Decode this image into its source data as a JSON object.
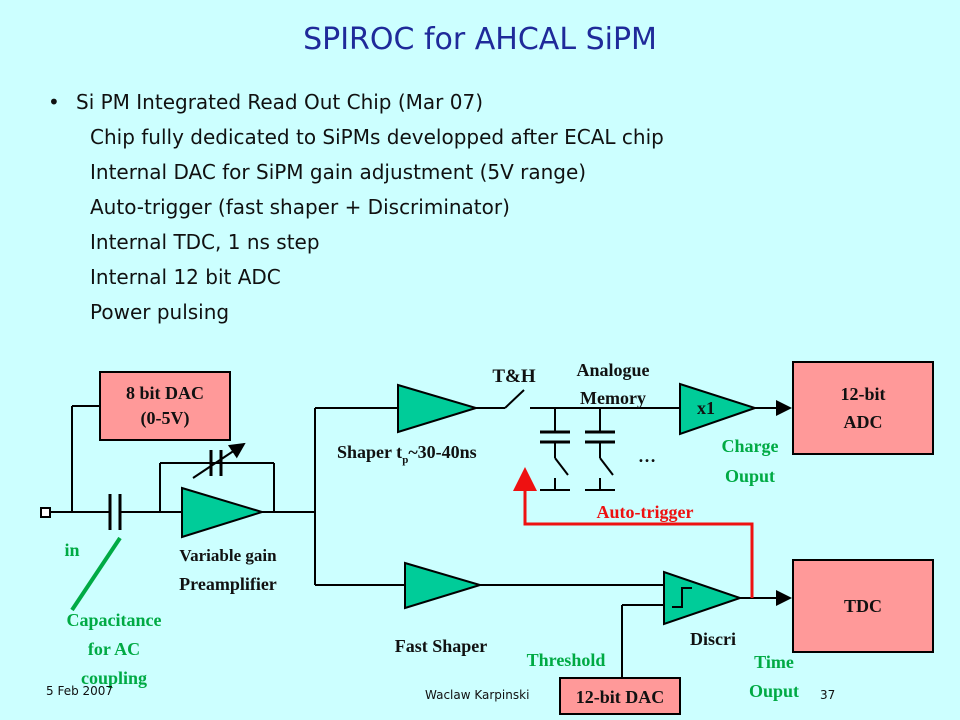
{
  "title": "SPIROC for AHCAL SiPM",
  "bullet": "•",
  "items": [
    "Si PM Integrated Read Out Chip  (Mar 07)",
    "Chip fully dedicated to SiPMs developped after ECAL chip",
    "Internal DAC for SiPM gain adjustment (5V range)",
    "Auto-trigger (fast shaper + Discriminator)",
    "Internal TDC, 1 ns step",
    "Internal 12 bit ADC",
    "Power pulsing"
  ],
  "diagram": {
    "dac8_line1": "8 bit DAC",
    "dac8_line2": "(0-5V)",
    "adc_line1": "12-bit",
    "adc_line2": "ADC",
    "tdc": "TDC",
    "dac12": "12-bit DAC",
    "th": "T&H",
    "analogue_line1": "Analogue",
    "analogue_line2": "Memory",
    "x1": "x1",
    "shaper_main": "Shaper t",
    "shaper_sub": "p",
    "shaper_rest": "~30-40ns",
    "ellipsis": "…",
    "charge_line1": "Charge",
    "charge_line2": "Ouput",
    "autotrigger": "Auto-trigger",
    "in": "in",
    "preamp_line1": "Variable gain",
    "preamp_line2": "Preamplifier",
    "cap_line1": "Capacitance",
    "cap_line2": "for AC",
    "cap_line3": "coupling",
    "fast_shaper": "Fast Shaper",
    "discri": "Discri",
    "threshold": "Threshold",
    "time_line1": "Time",
    "time_line2": "Ouput"
  },
  "colors": {
    "background": "#ccffff",
    "title": "#1f2a9a",
    "block_fill": "#ff9999",
    "amp_fill": "#00cc99",
    "green_text": "#00aa44",
    "red_text": "#ee1111",
    "red_wire": "#ee1111"
  },
  "footer": {
    "date": "5 Feb 2007",
    "author": "Waclaw Karpinski",
    "page": "37"
  }
}
